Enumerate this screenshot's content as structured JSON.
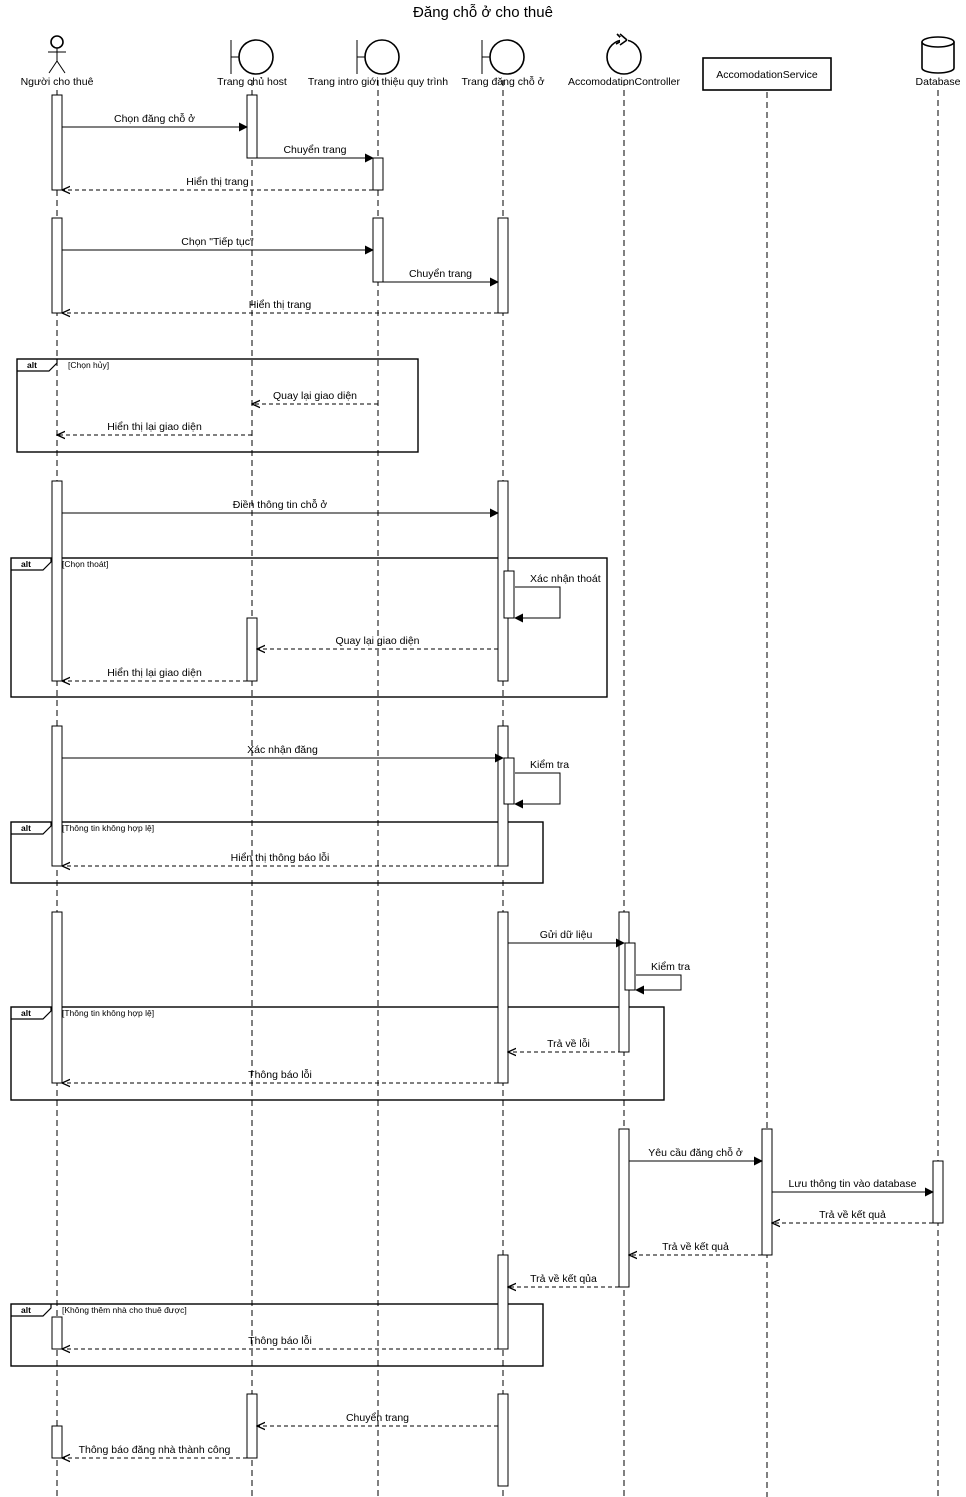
{
  "diagram": {
    "title": "Đăng chỗ ở cho thuê",
    "participants": [
      {
        "id": "actor",
        "type": "actor",
        "label": "Người cho thuê"
      },
      {
        "id": "home",
        "type": "boundary",
        "label": "Trang chủ host"
      },
      {
        "id": "intro",
        "type": "boundary",
        "label": "Trang intro giới thiệu quy trình"
      },
      {
        "id": "post",
        "type": "boundary",
        "label": "Trang đăng chỗ ở"
      },
      {
        "id": "ctrl",
        "type": "control",
        "label": "AccomodationController"
      },
      {
        "id": "svc",
        "type": "box",
        "label": "AccomodationService"
      },
      {
        "id": "db",
        "type": "database",
        "label": "Database"
      }
    ],
    "messages": [
      {
        "from": "actor",
        "to": "home",
        "label": "Chọn đăng chỗ ở",
        "kind": "sync"
      },
      {
        "from": "home",
        "to": "intro",
        "label": "Chuyển trang",
        "kind": "sync"
      },
      {
        "from": "intro",
        "to": "actor",
        "label": "Hiển thị trang",
        "kind": "return"
      },
      {
        "from": "actor",
        "to": "intro",
        "label": "Chọn \"Tiếp tục\"",
        "kind": "sync"
      },
      {
        "from": "intro",
        "to": "post",
        "label": "Chuyển trang",
        "kind": "sync"
      },
      {
        "from": "post",
        "to": "actor",
        "label": "Hiển thị trang",
        "kind": "return"
      },
      {
        "from": "intro",
        "to": "home",
        "label": "Quay lại giao diện",
        "kind": "return"
      },
      {
        "from": "home",
        "to": "actor",
        "label": "Hiển thị lại giao diện",
        "kind": "return"
      },
      {
        "from": "actor",
        "to": "post",
        "label": "Điền thông tin chỗ ở",
        "kind": "sync"
      },
      {
        "from": "post",
        "to": "post",
        "label": "Xác nhận thoát",
        "kind": "self"
      },
      {
        "from": "post",
        "to": "home",
        "label": "Quay lại giao diện",
        "kind": "return"
      },
      {
        "from": "home",
        "to": "actor",
        "label": "Hiển thị lại giao diện",
        "kind": "return"
      },
      {
        "from": "actor",
        "to": "post",
        "label": "Xác nhận đăng",
        "kind": "sync"
      },
      {
        "from": "post",
        "to": "post",
        "label": "Kiểm tra",
        "kind": "self"
      },
      {
        "from": "post",
        "to": "actor",
        "label": "Hiển thị thông báo lỗi",
        "kind": "return"
      },
      {
        "from": "post",
        "to": "ctrl",
        "label": "Gửi dữ liệu",
        "kind": "sync"
      },
      {
        "from": "ctrl",
        "to": "ctrl",
        "label": "Kiểm tra",
        "kind": "self"
      },
      {
        "from": "ctrl",
        "to": "post",
        "label": "Trả về lỗi",
        "kind": "return"
      },
      {
        "from": "post",
        "to": "actor",
        "label": "Thông báo lỗi",
        "kind": "return"
      },
      {
        "from": "ctrl",
        "to": "svc",
        "label": "Yêu cầu đăng chỗ ở",
        "kind": "sync"
      },
      {
        "from": "svc",
        "to": "db",
        "label": "Lưu thông tin vào database",
        "kind": "sync"
      },
      {
        "from": "db",
        "to": "svc",
        "label": "Trả về kết quả",
        "kind": "return"
      },
      {
        "from": "svc",
        "to": "ctrl",
        "label": "Trả về kết quả",
        "kind": "return"
      },
      {
        "from": "ctrl",
        "to": "post",
        "label": "Trả về kết qủa",
        "kind": "return"
      },
      {
        "from": "post",
        "to": "actor",
        "label": "Thông báo lỗi",
        "kind": "return"
      },
      {
        "from": "post",
        "to": "home",
        "label": "Chuyển trang",
        "kind": "return"
      },
      {
        "from": "home",
        "to": "actor",
        "label": "Thông báo đăng nhà thành công",
        "kind": "return"
      }
    ],
    "fragments": [
      {
        "operator": "alt",
        "guard": "[Chọn hủy]"
      },
      {
        "operator": "alt",
        "guard": "[Chọn thoát]"
      },
      {
        "operator": "alt",
        "guard": "[Thông tin không hợp lệ]"
      },
      {
        "operator": "alt",
        "guard": "[Thông tin không hợp lệ]"
      },
      {
        "operator": "alt",
        "guard": "[Không thêm nhà cho thuê được]"
      }
    ]
  }
}
